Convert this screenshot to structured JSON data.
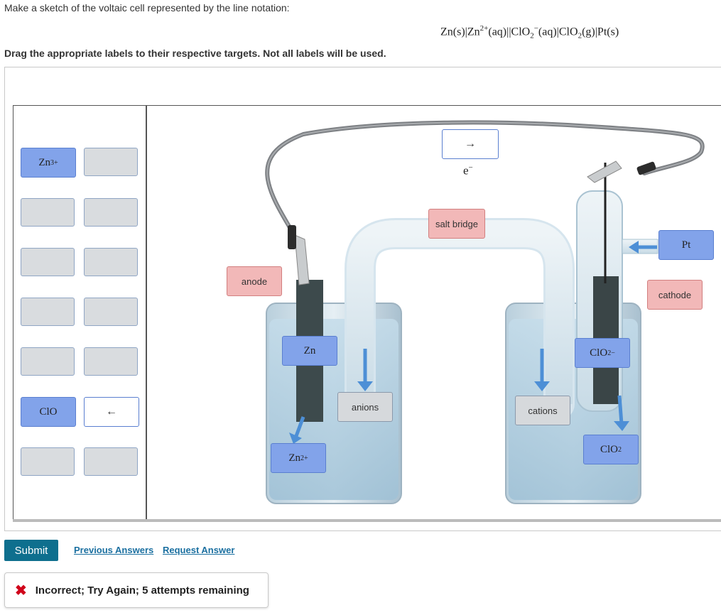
{
  "prompt": "Make a sketch of the voltaic cell represented by the line notation:",
  "notation": {
    "zn_s": "Zn(s)|Zn",
    "zn_charge": "2+",
    "mid": "(aq)||ClO",
    "sub2a": "2",
    "minus": "−",
    "rest1": "(aq)|ClO",
    "sub2b": "2",
    "rest2": "(g)|Pt(s)"
  },
  "instruction": "Drag the appropriate labels to their respective targets. Not all labels will be used.",
  "palette": {
    "zn3": {
      "base": "Zn",
      "charge": "3+"
    },
    "clo": "ClO",
    "arrow_left": "←"
  },
  "placed": {
    "electron_arrow": "→",
    "electron": "e",
    "electron_charge": "−",
    "salt_bridge": "salt bridge",
    "anode": "anode",
    "zn": "Zn",
    "zn2": {
      "base": "Zn",
      "charge": "2+"
    },
    "anions": "anions",
    "cations": "cations",
    "clo2_minus": {
      "base": "ClO",
      "sub": "2",
      "charge": "−"
    },
    "clo2": {
      "base": "ClO",
      "sub": "2"
    },
    "pt": "Pt",
    "cathode": "cathode"
  },
  "actions": {
    "submit": "Submit",
    "previous_answers": "Previous Answers",
    "request_answer": "Request Answer"
  },
  "feedback": {
    "icon": "x-icon",
    "text": "Incorrect; Try Again; 5 attempts remaining"
  },
  "colors": {
    "label_blue": "#82a3ea",
    "label_pink": "#f2b8b8",
    "label_gray": "#d6d9dc",
    "submit_bg": "#0e6f8e",
    "error_red": "#d0021b",
    "link": "#1a6fa0"
  }
}
